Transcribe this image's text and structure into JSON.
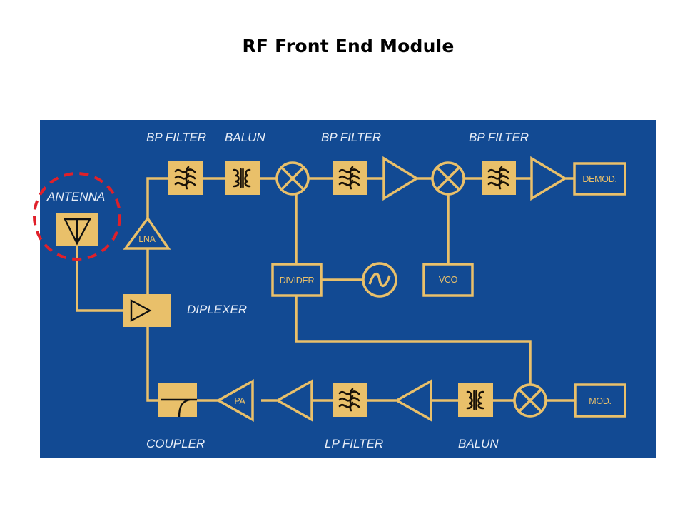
{
  "title": "RF Front End Module",
  "colors": {
    "panel": "#124A93",
    "component": "#E9C06A",
    "label": "#E8EEF8",
    "highlight": "#E0202A"
  },
  "labels": {
    "bp_filter_1": "BP FILTER",
    "balun_top": "BALUN",
    "bp_filter_2": "BP FILTER",
    "bp_filter_3": "BP FILTER",
    "antenna": "ANTENNA",
    "diplexer": "DIPLEXER",
    "coupler": "COUPLER",
    "lp_filter": "LP FILTER",
    "balun_bottom": "BALUN"
  },
  "blocks": {
    "lna": "LNA",
    "demod": "DEMOD.",
    "divider": "DIVIDER",
    "vco": "VCO",
    "pa": "PA",
    "mod": "MOD."
  },
  "highlight": {
    "target": "antenna",
    "style": "dashed-circle"
  },
  "components": [
    {
      "id": "antenna",
      "type": "antenna",
      "icon": "antenna-icon"
    },
    {
      "id": "diplexer",
      "type": "diplexer",
      "icon": "triangle-icon"
    },
    {
      "id": "lna",
      "type": "amplifier"
    },
    {
      "id": "bp_filter_1",
      "type": "filter",
      "icon": "filter-wave-icon"
    },
    {
      "id": "balun_top",
      "type": "balun",
      "icon": "transformer-icon"
    },
    {
      "id": "mixer_1",
      "type": "mixer",
      "icon": "mixer-x-icon"
    },
    {
      "id": "bp_filter_2",
      "type": "filter",
      "icon": "filter-wave-icon"
    },
    {
      "id": "amp_if",
      "type": "amplifier"
    },
    {
      "id": "mixer_2",
      "type": "mixer",
      "icon": "mixer-x-icon"
    },
    {
      "id": "bp_filter_3",
      "type": "filter",
      "icon": "filter-wave-icon"
    },
    {
      "id": "amp_out",
      "type": "amplifier"
    },
    {
      "id": "demod",
      "type": "block"
    },
    {
      "id": "divider",
      "type": "block"
    },
    {
      "id": "oscillator",
      "type": "oscillator",
      "icon": "sine-wave-icon"
    },
    {
      "id": "vco",
      "type": "block"
    },
    {
      "id": "coupler",
      "type": "coupler",
      "icon": "coupler-curve-icon"
    },
    {
      "id": "pa",
      "type": "amplifier"
    },
    {
      "id": "amp_tx_1",
      "type": "amplifier"
    },
    {
      "id": "lp_filter",
      "type": "filter",
      "icon": "filter-wave-icon"
    },
    {
      "id": "amp_tx_2",
      "type": "amplifier"
    },
    {
      "id": "balun_bottom",
      "type": "balun",
      "icon": "transformer-icon"
    },
    {
      "id": "mixer_3",
      "type": "mixer",
      "icon": "mixer-x-icon"
    },
    {
      "id": "mod",
      "type": "block"
    }
  ]
}
